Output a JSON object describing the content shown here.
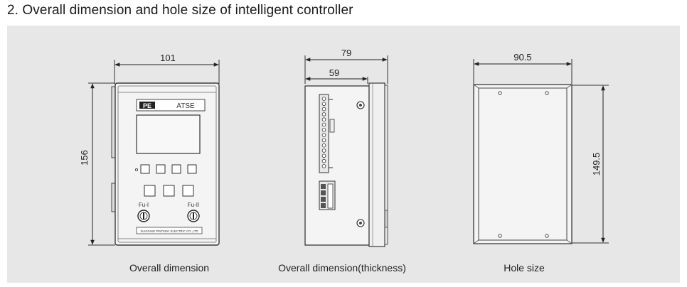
{
  "heading": "2. Overall dimension and hole size of intelligent controller",
  "front_view": {
    "caption": "Overall dimension",
    "width_label": "101",
    "height_label": "156",
    "logo_text": "PE",
    "display_label": "ATSE",
    "fuse_1_label": "Fu-I",
    "fuse_2_label": "Fu-II",
    "nameplate": "XIAOXING PINTENG ELECTRIC CO.,LTD"
  },
  "side_view": {
    "caption": "Overall dimension(thickness)",
    "total_depth_label": "79",
    "body_depth_label": "59"
  },
  "hole_view": {
    "caption": "Hole size",
    "width_label": "90.5",
    "height_label": "149.5"
  },
  "colors": {
    "background_panel": "#e7e7e7",
    "line": "#3a3a3a",
    "device_fill": "#f4f4f4"
  }
}
